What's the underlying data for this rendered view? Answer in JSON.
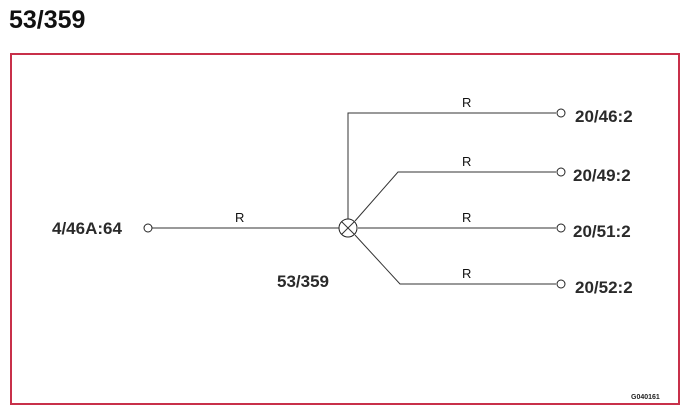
{
  "title": "53/359",
  "colors": {
    "frame": "#c8304a",
    "wire": "#333333"
  },
  "diagram": {
    "splice": {
      "label": "53/359",
      "icon": "splice-x-circle-icon"
    },
    "source": {
      "label": "4/46A:64",
      "wire_label": "R"
    },
    "branches": [
      {
        "label": "20/46:2",
        "wire_label": "R"
      },
      {
        "label": "20/49:2",
        "wire_label": "R"
      },
      {
        "label": "20/51:2",
        "wire_label": "R"
      },
      {
        "label": "20/52:2",
        "wire_label": "R"
      }
    ],
    "drawing_code": "G040161"
  }
}
